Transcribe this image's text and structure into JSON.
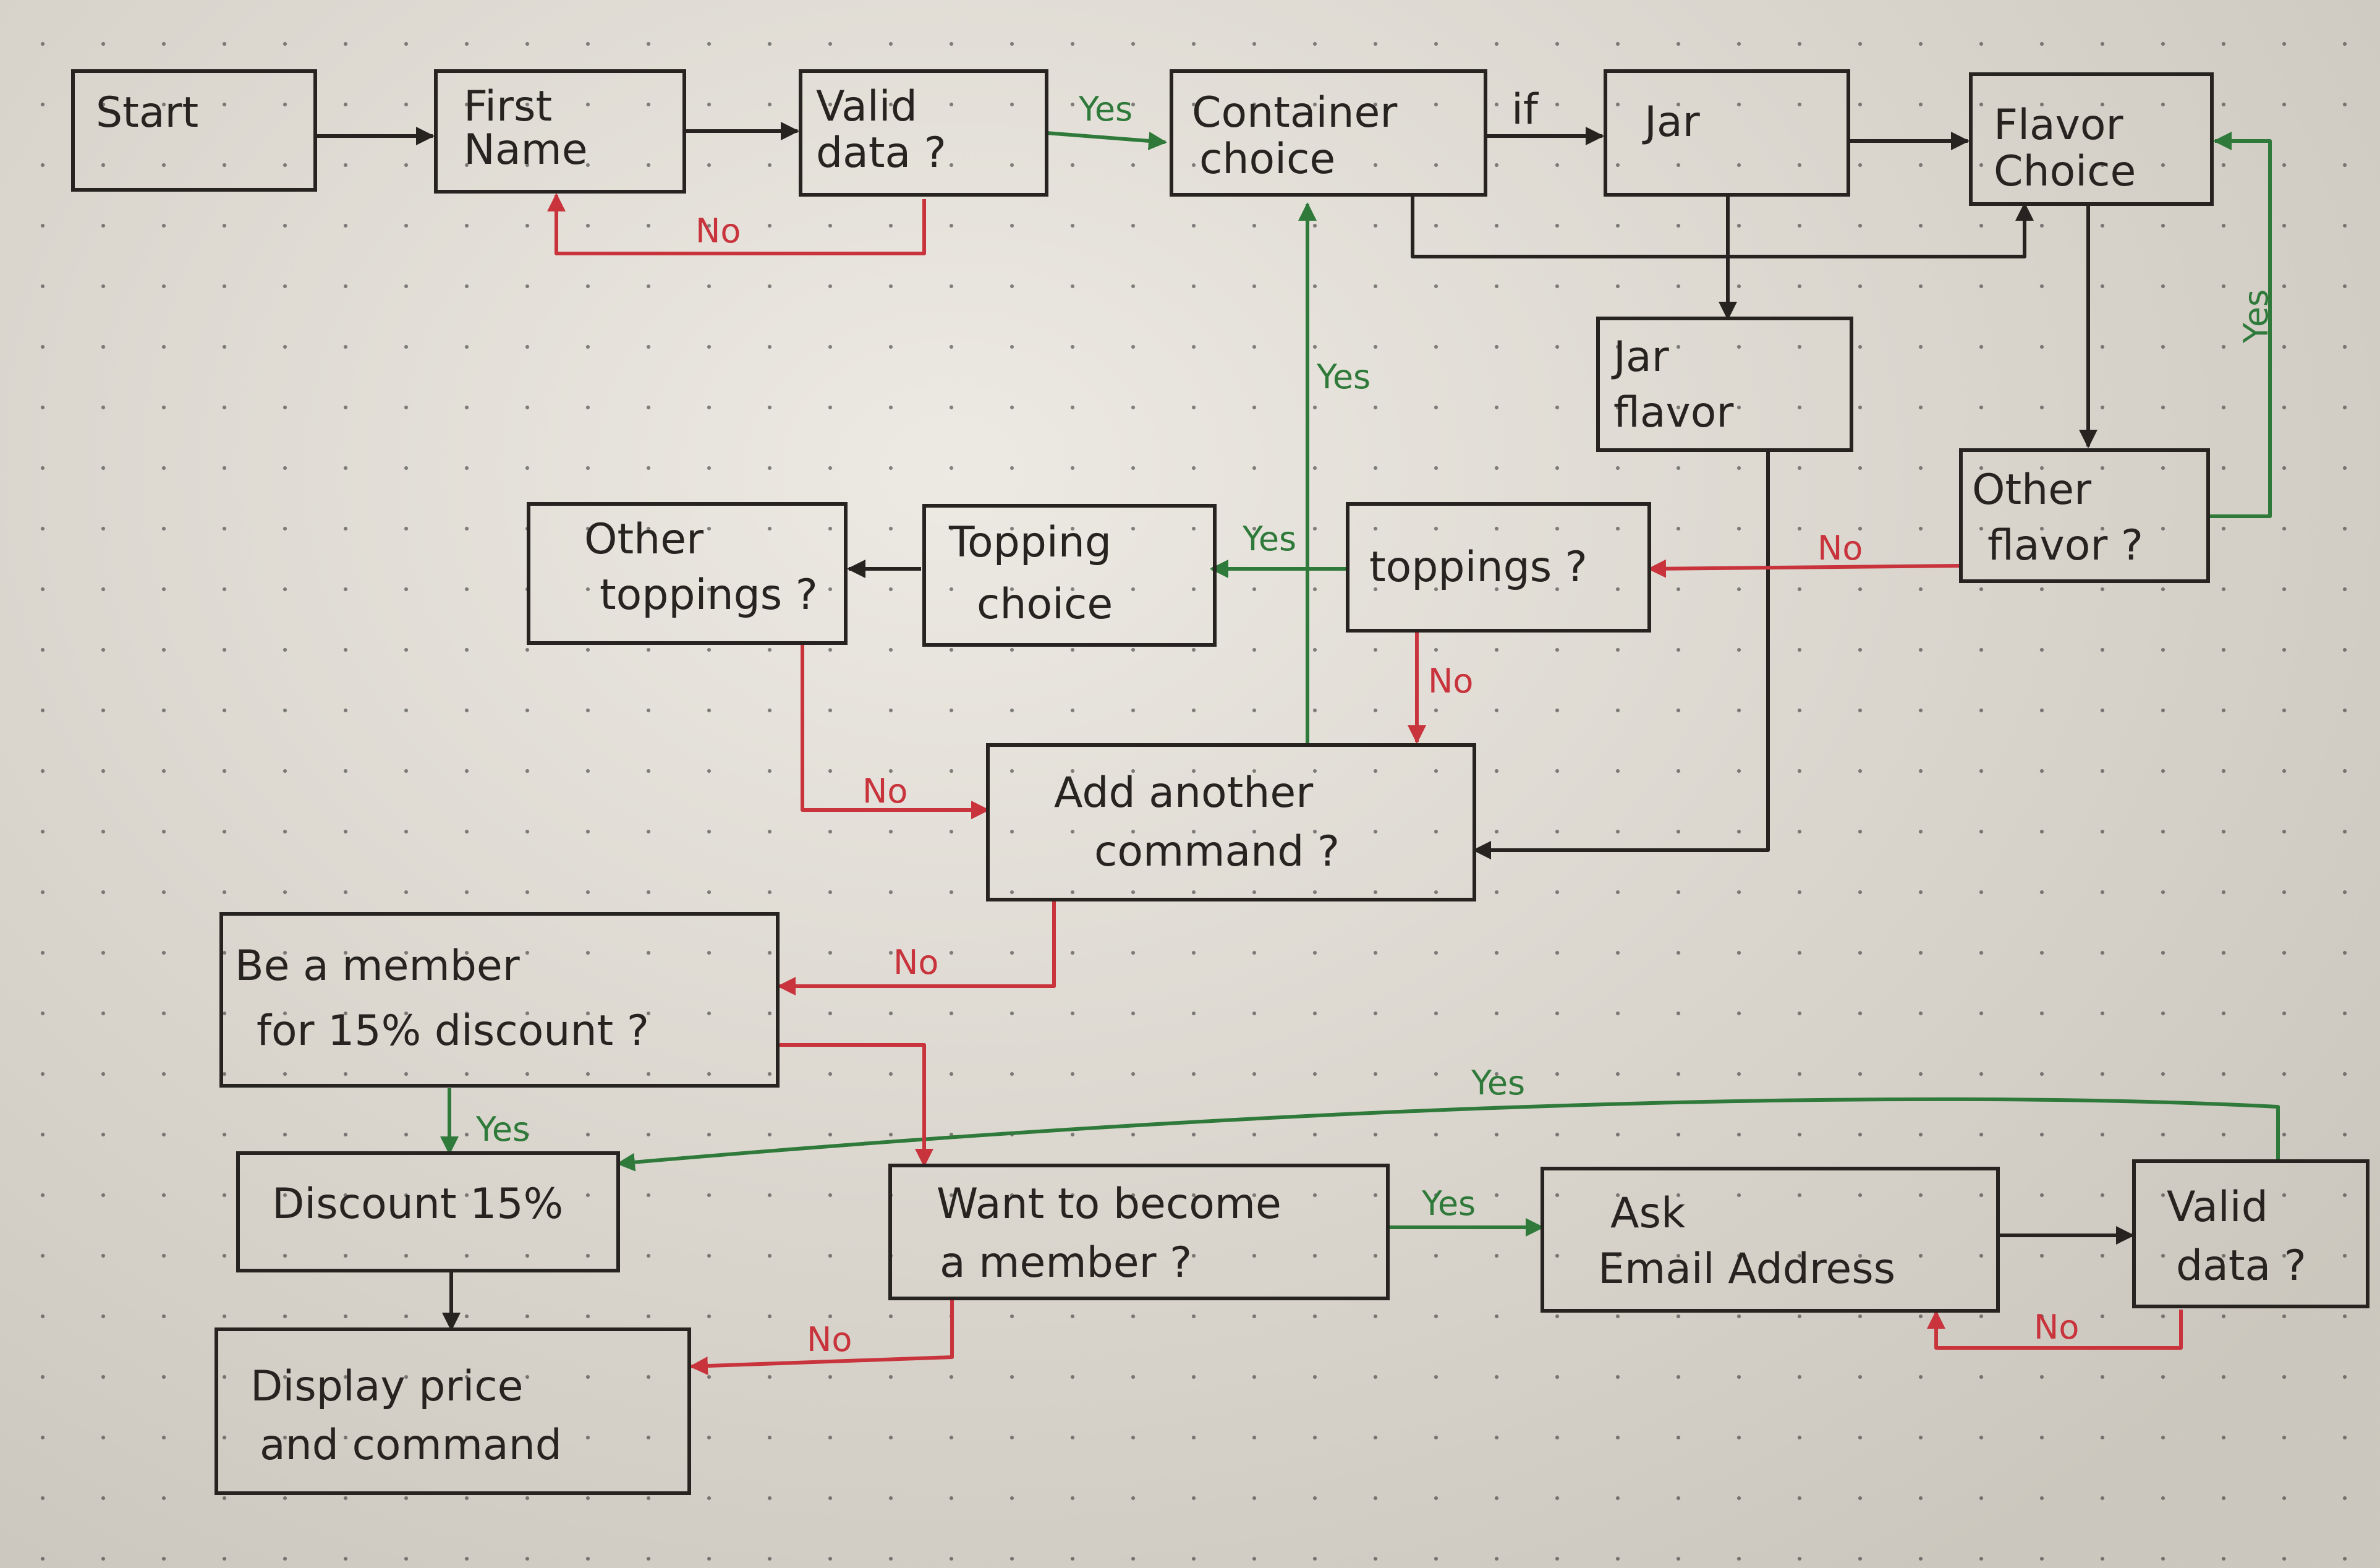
{
  "colors": {
    "ink": "#262320",
    "yes": "#2f7a3a",
    "no": "#c8333c"
  },
  "nodes": {
    "start": {
      "lines": [
        "Start"
      ]
    },
    "first_name": {
      "lines": [
        "First",
        "Name"
      ]
    },
    "valid_data_1": {
      "lines": [
        "Valid",
        "data ?"
      ]
    },
    "container_choice": {
      "lines": [
        "Container",
        "choice"
      ]
    },
    "jar": {
      "lines": [
        "Jar"
      ]
    },
    "flavor_choice": {
      "lines": [
        "Flavor",
        "Choice"
      ]
    },
    "jar_flavor": {
      "lines": [
        "Jar",
        "flavor"
      ]
    },
    "other_flavor": {
      "lines": [
        "Other",
        "flavor ?"
      ]
    },
    "toppings": {
      "lines": [
        "toppings ?"
      ]
    },
    "topping_choice": {
      "lines": [
        "Topping",
        "choice"
      ]
    },
    "other_toppings": {
      "lines": [
        "Other",
        "toppings ?"
      ]
    },
    "add_another": {
      "lines": [
        "Add another",
        "command ?"
      ]
    },
    "member_discount": {
      "lines": [
        "Be a member",
        "for 15% discount ?"
      ]
    },
    "discount": {
      "lines": [
        "Discount 15%"
      ]
    },
    "display": {
      "lines": [
        "Display price",
        "and command"
      ]
    },
    "want_member": {
      "lines": [
        "Want to become",
        "a member ?"
      ]
    },
    "ask_email": {
      "lines": [
        "Ask",
        "Email Address"
      ]
    },
    "valid_data_2": {
      "lines": [
        "Valid",
        "data ?"
      ]
    }
  },
  "edge_labels": {
    "yes": "Yes",
    "no": "No",
    "if": "if"
  }
}
